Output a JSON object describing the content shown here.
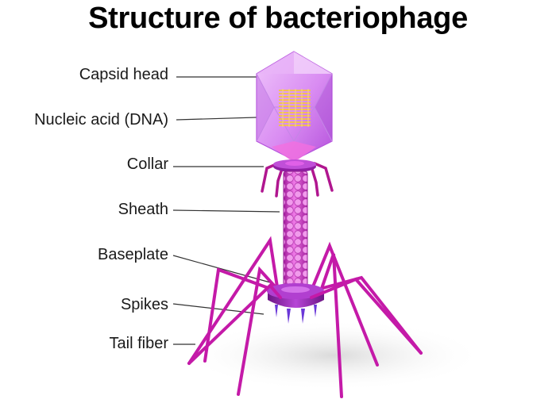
{
  "title": "Structure of bacteriophage",
  "labels": {
    "capsid_head": "Capsid head",
    "nucleic_acid": "Nucleic acid (DNA)",
    "collar": "Collar",
    "sheath": "Sheath",
    "baseplate": "Baseplate",
    "spikes": "Spikes",
    "tail_fiber": "Tail fiber"
  },
  "colors": {
    "capsid": "#d98cf2",
    "capsid_dark": "#b552dc",
    "dna": "#f5c542",
    "sheath": "#e04ad6",
    "collar": "#8f1fa3",
    "baseplate": "#9a2cb8",
    "fiber": "#c41aa8",
    "leader_line": "#333333"
  }
}
